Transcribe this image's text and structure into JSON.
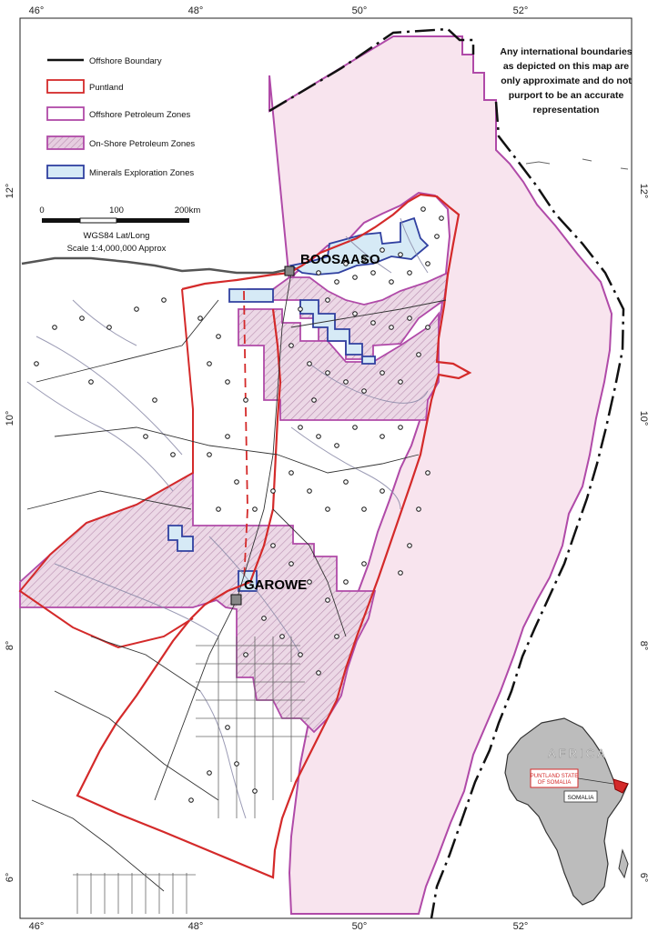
{
  "map": {
    "lon_ticks": [
      "46°",
      "48°",
      "50°",
      "52°"
    ],
    "lat_ticks": [
      "12°",
      "10°",
      "8°",
      "6°"
    ],
    "legend": [
      {
        "label": "Offshore Boundary",
        "symbol": "black-line"
      },
      {
        "label": "Puntland",
        "symbol": "red-outline-box"
      },
      {
        "label": "Offshore Petroleum Zones",
        "symbol": "magenta-outline-box"
      },
      {
        "label": "On-Shore Petroleum Zones",
        "symbol": "hatched-magenta-box"
      },
      {
        "label": "Minerals Exploration Zones",
        "symbol": "blue-outline-box"
      }
    ],
    "scale_bar": {
      "ticks": [
        "0",
        "100",
        "200km"
      ],
      "datum": "WGS84 Lat/Long",
      "scale": "Scale 1:4,000,000  Approx"
    },
    "cities": [
      {
        "name": "BOOSAASO"
      },
      {
        "name": "GAROWE"
      }
    ],
    "disclaimer": [
      "Any international boundaries",
      "as depicted on this map are",
      "only approximate and do not",
      "purport to be an accurate",
      "representation"
    ],
    "inset": {
      "continent": "AFRICA",
      "label_lines": [
        "PUNTLAND STATE",
        "OF SOMALIA"
      ],
      "country": "SOMALIA"
    },
    "colors": {
      "puntland": "#d42a2a",
      "offshore_zone": "#b04aa8",
      "onshore_zone_fill": "#d9b8d2",
      "minerals": "#3040a0",
      "offshore_fill": "#f8e4ee"
    }
  }
}
